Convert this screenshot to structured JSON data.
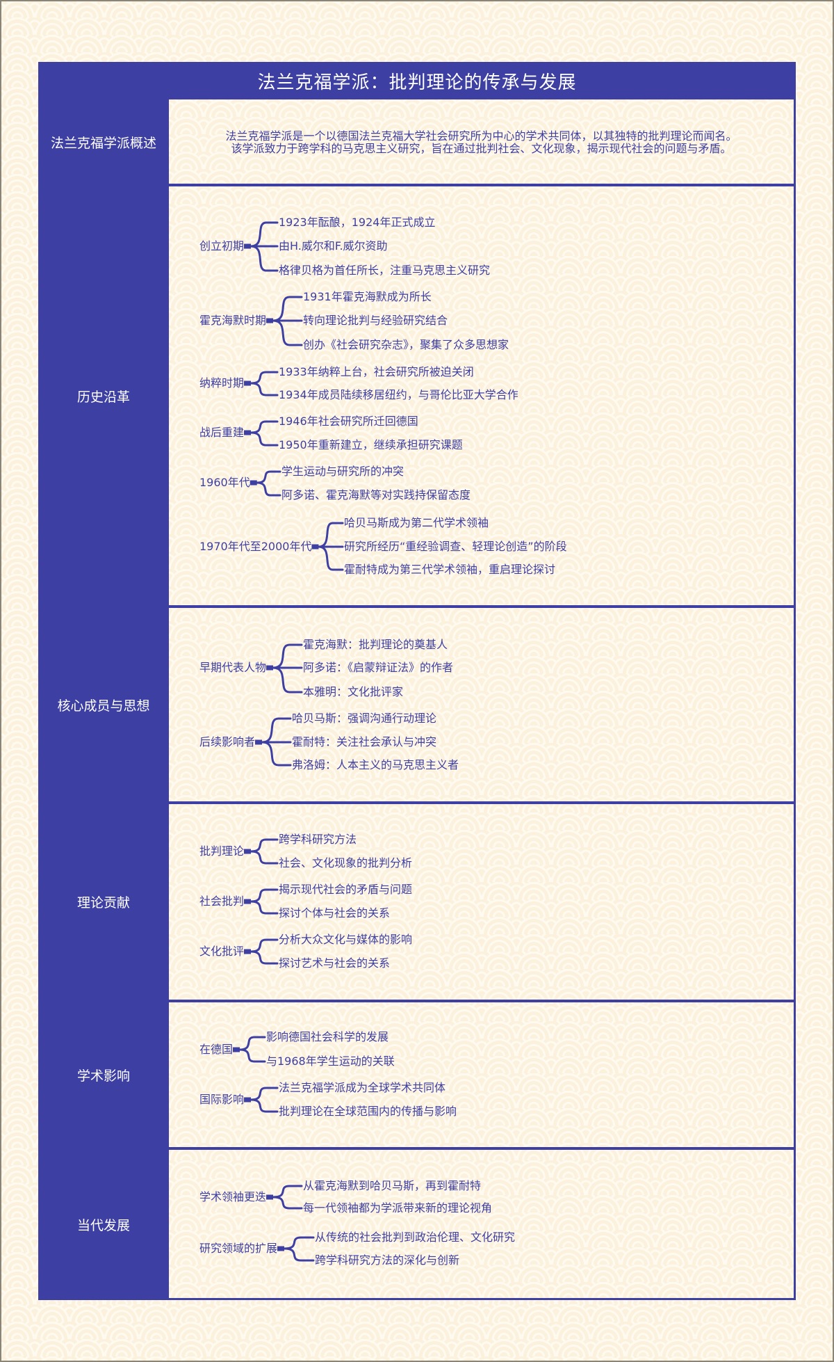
{
  "title": "法兰克福学派：批判理论的传承与发展",
  "colors": {
    "primary": "#3e3fa2",
    "background": "#fbf1dc",
    "pattern_light": "#fffaf0",
    "text_light": "#ffffff"
  },
  "sections": [
    {
      "label": "法兰克福学派概述",
      "summary": [
        "法兰克福学派是一个以德国法兰克福大学社会研究所为中心的学术共同体，以其独特的批判理论而闻名。",
        "该学派致力于跨学科的马克思主义研究，旨在通过批判社会、文化现象，揭示现代社会的问题与矛盾。"
      ]
    },
    {
      "label": "历史沿革",
      "groups": [
        {
          "label": "创立初期",
          "children": [
            "1923年酝酿，1924年正式成立",
            "由H.威尔和F.威尔资助",
            "格律贝格为首任所长，注重马克思主义研究"
          ]
        },
        {
          "label": "霍克海默时期",
          "children": [
            "1931年霍克海默成为所长",
            "转向理论批判与经验研究结合",
            "创办《社会研究杂志》，聚集了众多思想家"
          ]
        },
        {
          "label": "纳粹时期",
          "children": [
            "1933年纳粹上台，社会研究所被迫关闭",
            "1934年成员陆续移居纽约，与哥伦比亚大学合作"
          ]
        },
        {
          "label": "战后重建",
          "children": [
            "1946年社会研究所迁回德国",
            "1950年重新建立，继续承担研究课题"
          ]
        },
        {
          "label": "1960年代",
          "children": [
            "学生运动与研究所的冲突",
            "阿多诺、霍克海默等对实践持保留态度"
          ]
        },
        {
          "label": "1970年代至2000年代",
          "children": [
            "哈贝马斯成为第二代学术领袖",
            "研究所经历“重经验调查、轻理论创造”的阶段",
            "霍耐特成为第三代学术领袖，重启理论探讨"
          ]
        }
      ]
    },
    {
      "label": "核心成员与思想",
      "groups": [
        {
          "label": "早期代表人物",
          "children": [
            "霍克海默：批判理论的奠基人",
            "阿多诺：《启蒙辩证法》的作者",
            "本雅明：文化批评家"
          ]
        },
        {
          "label": "后续影响者",
          "children": [
            "哈贝马斯：强调沟通行动理论",
            "霍耐特：关注社会承认与冲突",
            "弗洛姆：人本主义的马克思主义者"
          ]
        }
      ]
    },
    {
      "label": "理论贡献",
      "groups": [
        {
          "label": "批判理论",
          "children": [
            "跨学科研究方法",
            "社会、文化现象的批判分析"
          ]
        },
        {
          "label": "社会批判",
          "children": [
            "揭示现代社会的矛盾与问题",
            "探讨个体与社会的关系"
          ]
        },
        {
          "label": "文化批评",
          "children": [
            "分析大众文化与媒体的影响",
            "探讨艺术与社会的关系"
          ]
        }
      ]
    },
    {
      "label": "学术影响",
      "groups": [
        {
          "label": "在德国",
          "children": [
            "影响德国社会科学的发展",
            "与1968年学生运动的关联"
          ]
        },
        {
          "label": "国际影响",
          "children": [
            "法兰克福学派成为全球学术共同体",
            "批判理论在全球范围内的传播与影响"
          ]
        }
      ]
    },
    {
      "label": "当代发展",
      "groups": [
        {
          "label": "学术领袖更迭",
          "children": [
            "从霍克海默到哈贝马斯，再到霍耐特",
            "每一代领袖都为学派带来新的理论视角"
          ]
        },
        {
          "label": "研究领域的扩展",
          "children": [
            "从传统的社会批判到政治伦理、文化研究",
            "跨学科研究方法的深化与创新"
          ]
        }
      ]
    }
  ]
}
